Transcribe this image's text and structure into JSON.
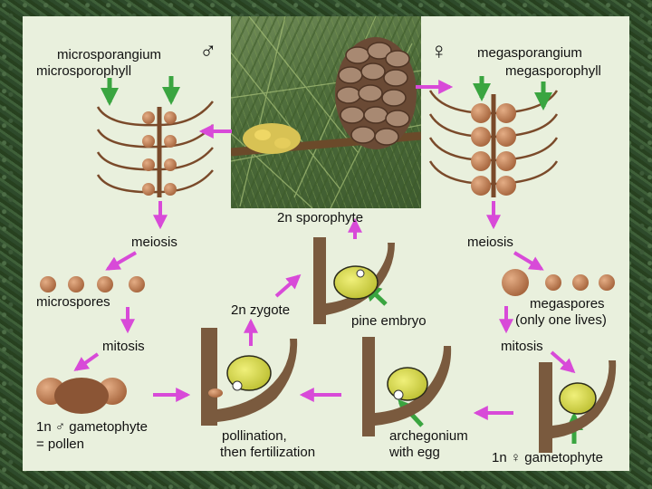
{
  "labels": {
    "male_symbol": "♂",
    "female_symbol": "♀",
    "microsporangium": "microsporangium",
    "microsporophyll": "microsporophyll",
    "megasporangium": "megasporangium",
    "megasporophyll": "megasporophyll",
    "sporophyte": "2n sporophyte",
    "meiosis_left": "meiosis",
    "meiosis_right": "meiosis",
    "microspores": "microspores",
    "megaspores_line1": "megaspores",
    "megaspores_line2": "(only one lives)",
    "zygote": "2n zygote",
    "pine_embryo": "pine embryo",
    "mitosis_left": "mitosis",
    "mitosis_right": "mitosis",
    "male_gametophyte_line1": "1n ♂ gametophyte",
    "male_gametophyte_line2": "= pollen",
    "pollination_line1": "pollination,",
    "pollination_line2": "then fertilization",
    "archegonium_line1": "archegonium",
    "archegonium_line2": "with egg",
    "female_gametophyte": "1n ♀ gametophyte"
  },
  "colors": {
    "arrow_magenta": "#d84ad8",
    "arrow_green": "#3aa540",
    "branch_brown": "#7a4a2a",
    "spore_tan": "#c8865a",
    "gametophyte_yellow": "#d9dc4a",
    "background": "#e9f0dd"
  }
}
